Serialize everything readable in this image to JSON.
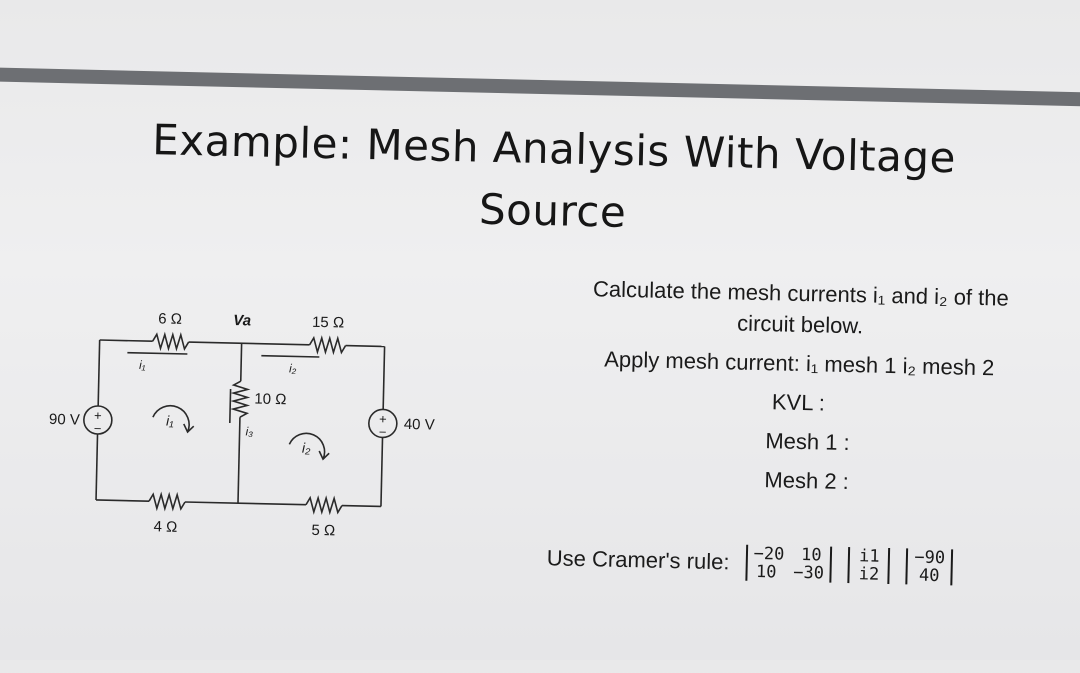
{
  "title": {
    "line1": "Example: Mesh Analysis With Voltage",
    "line2": "Source"
  },
  "problem": {
    "statement_line1": "Calculate the mesh currents i₁ and i₂ of the",
    "statement_line2": "circuit below.",
    "apply_line": "Apply mesh current: i₁ mesh 1 i₂ mesh 2",
    "kvl_label": "KVL :",
    "mesh1_label": "Mesh 1 :",
    "mesh2_label": "Mesh 2 :"
  },
  "cramer": {
    "label": "Use Cramer's rule:",
    "coeff_matrix": [
      [
        "−20",
        "10"
      ],
      [
        "10",
        "−30"
      ]
    ],
    "unknowns": [
      "i1",
      "i2"
    ],
    "constants": [
      "−90",
      "40"
    ]
  },
  "circuit": {
    "r_top_left": "6 Ω",
    "r_top_right": "15 Ω",
    "r_middle": "10 Ω",
    "r_bottom_left": "4 Ω",
    "r_bottom_right": "5 Ω",
    "node_voltage": "Va",
    "source_left": "90 V",
    "source_right": "40 V",
    "current_label_1": "i₁",
    "current_label_2": "i₂",
    "current_label_3": "i₃",
    "loop_label_1": "i₁",
    "loop_label_2": "i₂",
    "plus_sign": "+",
    "minus_sign": "−"
  }
}
